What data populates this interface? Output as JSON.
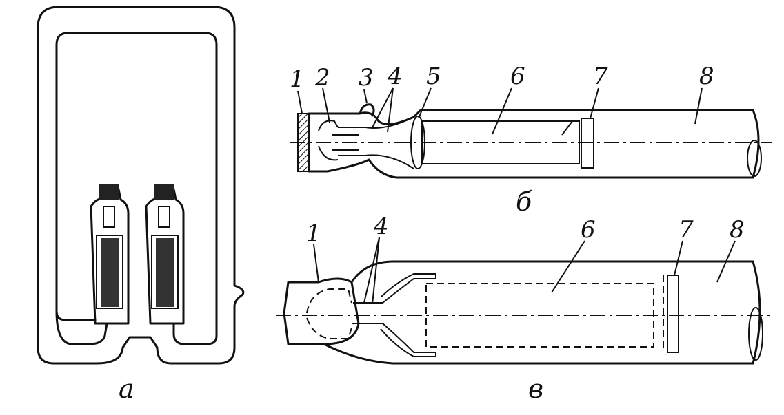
{
  "figure_a": {
    "caption": "а"
  },
  "figure_b": {
    "caption": "б",
    "labels": [
      "1",
      "2",
      "3",
      "4",
      "5",
      "6",
      "7",
      "8"
    ]
  },
  "figure_c": {
    "caption": "в",
    "labels": [
      "1",
      "4",
      "6",
      "7",
      "8"
    ]
  }
}
